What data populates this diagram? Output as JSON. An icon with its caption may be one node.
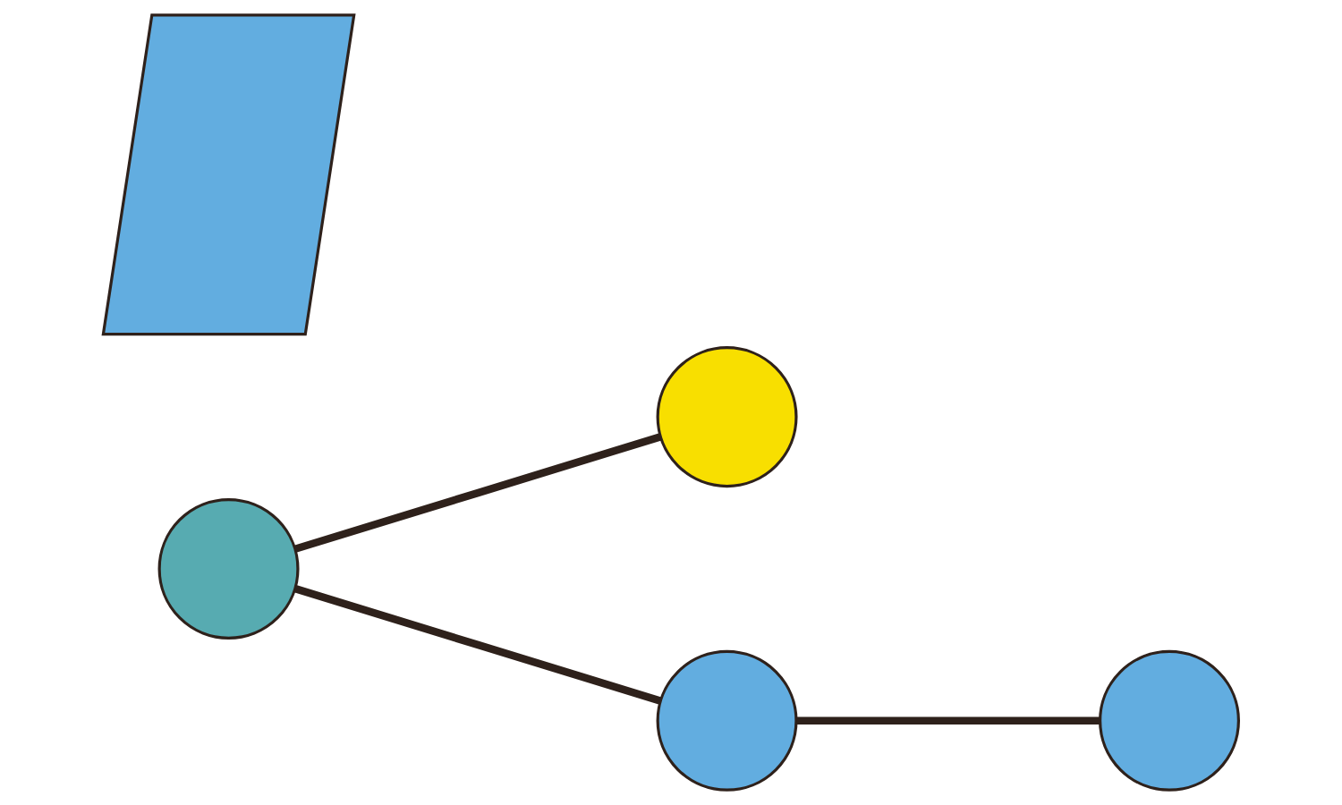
{
  "diagram": {
    "nodes": [
      {
        "text": [],
        "shape": "circle"
      },
      {
        "text": [],
        "shape": "circle"
      },
      {
        "text": [],
        "shape": "circle"
      },
      {
        "text": [],
        "shape": "circle"
      },
      {
        "text": [],
        "shape": "parallelogram"
      }
    ],
    "edges": [
      {
        "from": 0,
        "to": 1,
        "arrow": "none"
      },
      {
        "from": 0,
        "to": 2,
        "arrow": "none"
      },
      {
        "from": 2,
        "to": 3,
        "arrow": "none"
      }
    ]
  }
}
